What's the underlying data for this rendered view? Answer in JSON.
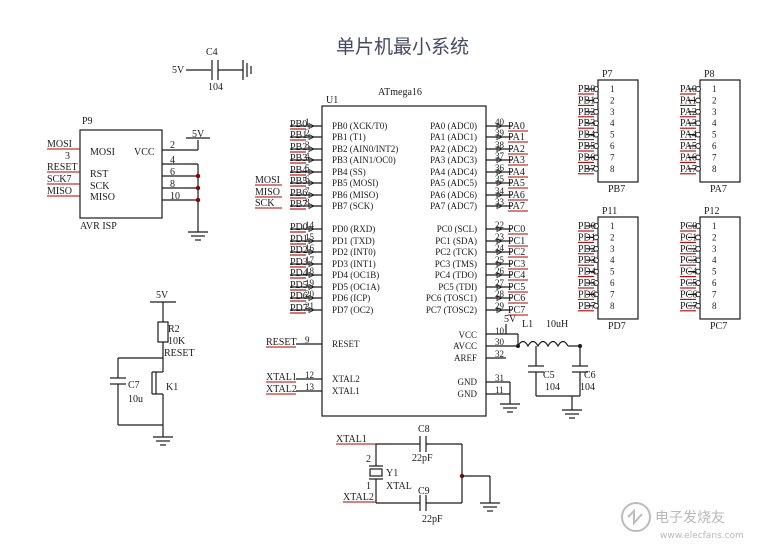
{
  "title": "单片机最小系统",
  "chip": {
    "ref": "U1",
    "part": "ATmega16",
    "left_pins": [
      {
        "num": "1",
        "name": "PB0 (XCK/T0)",
        "net": "PB0"
      },
      {
        "num": "2",
        "name": "PB1 (T1)",
        "net": "PB1"
      },
      {
        "num": "3",
        "name": "PB2 (AIN0/INT2)",
        "net": "PB2"
      },
      {
        "num": "4",
        "name": "PB3 (AIN1/OC0)",
        "net": "PB3"
      },
      {
        "num": "5",
        "name": "PB4 (SS)",
        "net": "PB4"
      },
      {
        "num": "6",
        "name": "PB5 (MOSI)",
        "net": "PB5"
      },
      {
        "num": "7",
        "name": "PB6 (MISO)",
        "net": "PB6"
      },
      {
        "num": "8",
        "name": "PB7 (SCK)",
        "net": "PB7"
      },
      {
        "num": "14",
        "name": "PD0 (RXD)",
        "net": "PD0"
      },
      {
        "num": "15",
        "name": "PD1 (TXD)",
        "net": "PD1"
      },
      {
        "num": "16",
        "name": "PD2 (INT0)",
        "net": "PD2"
      },
      {
        "num": "17",
        "name": "PD3 (INT1)",
        "net": "PD3"
      },
      {
        "num": "18",
        "name": "PD4 (OC1B)",
        "net": "PD4"
      },
      {
        "num": "19",
        "name": "PD5 (OC1A)",
        "net": "PD5"
      },
      {
        "num": "20",
        "name": "PD6 (ICP)",
        "net": "PD6"
      },
      {
        "num": "21",
        "name": "PD7 (OC2)",
        "net": "PD7"
      },
      {
        "num": "9",
        "name": "RESET",
        "net": "RESET"
      },
      {
        "num": "12",
        "name": "XTAL2",
        "net": "XTAL1"
      },
      {
        "num": "13",
        "name": "XTAL1",
        "net": "XTAL2"
      }
    ],
    "right_pins": [
      {
        "num": "40",
        "name": "PA0 (ADC0)",
        "net": "PA0"
      },
      {
        "num": "39",
        "name": "PA1 (ADC1)",
        "net": "PA1"
      },
      {
        "num": "38",
        "name": "PA2 (ADC2)",
        "net": "PA2"
      },
      {
        "num": "37",
        "name": "PA3 (ADC3)",
        "net": "PA3"
      },
      {
        "num": "36",
        "name": "PA4 (ADC4)",
        "net": "PA4"
      },
      {
        "num": "35",
        "name": "PA5 (ADC5)",
        "net": "PA5"
      },
      {
        "num": "34",
        "name": "PA6 (ADC6)",
        "net": "PA6"
      },
      {
        "num": "33",
        "name": "PA7 (ADC7)",
        "net": "PA7"
      },
      {
        "num": "22",
        "name": "PC0 (SCL)",
        "net": "PC0"
      },
      {
        "num": "23",
        "name": "PC1 (SDA)",
        "net": "PC1"
      },
      {
        "num": "24",
        "name": "PC2 (TCK)",
        "net": "PC2"
      },
      {
        "num": "25",
        "name": "PC3 (TMS)",
        "net": "PC3"
      },
      {
        "num": "26",
        "name": "PC4 (TDO)",
        "net": "PC4"
      },
      {
        "num": "27",
        "name": "PC5 (TDI)",
        "net": "PC5"
      },
      {
        "num": "28",
        "name": "PC6 (TOSC1)",
        "net": "PC6"
      },
      {
        "num": "29",
        "name": "PC7 (TOSC2)",
        "net": "PC7"
      },
      {
        "num": "10",
        "name": "VCC",
        "net": ""
      },
      {
        "num": "30",
        "name": "AVCC",
        "net": ""
      },
      {
        "num": "32",
        "name": "AREF",
        "net": ""
      },
      {
        "num": "31",
        "name": "GND",
        "net": ""
      },
      {
        "num": "11",
        "name": "GND",
        "net": ""
      }
    ],
    "left_nets_extra": [
      "MOSI",
      "MISO",
      "SCK"
    ]
  },
  "headers": [
    {
      "ref": "P7",
      "foot": "PB7",
      "nets": [
        "PB0",
        "PB1",
        "PB2",
        "PB3",
        "PB4",
        "PB5",
        "PB6",
        "PB7"
      ]
    },
    {
      "ref": "P8",
      "foot": "PA7",
      "nets": [
        "PA0",
        "PA1",
        "PA2",
        "PA3",
        "PA4",
        "PA5",
        "PA6",
        "PA7"
      ]
    },
    {
      "ref": "P11",
      "foot": "PD7",
      "nets": [
        "PD0",
        "PD1",
        "PD2",
        "PD3",
        "PD4",
        "PD5",
        "PD6",
        "PD7"
      ]
    },
    {
      "ref": "P12",
      "foot": "PC7",
      "nets": [
        "PC0",
        "PC1",
        "PC2",
        "PC3",
        "PC4",
        "PC5",
        "PC6",
        "PC7"
      ]
    }
  ],
  "header_pin_numbers": [
    "1",
    "2",
    "3",
    "4",
    "5",
    "6",
    "7",
    "8"
  ],
  "isp": {
    "ref": "P9",
    "foot": "AVR ISP",
    "left_labels": [
      "MOSI",
      "RST",
      "SCK",
      "MISO"
    ],
    "right_labels": [
      "VCC"
    ],
    "left_nets": [
      "MOSI",
      "RESET",
      "SCK7",
      "MISO"
    ],
    "left_pin_nums": [
      "3"
    ],
    "right_pin_nums": [
      "2",
      "4",
      "6",
      "8",
      "10"
    ],
    "vcc": "5V"
  },
  "c4": {
    "ref": "C4",
    "value": "104",
    "net": "5V"
  },
  "reset": {
    "vcc": "5V",
    "r_ref": "R2",
    "r_value": "10K",
    "net": "RESET",
    "c_ref": "C7",
    "c_value": "10u",
    "sw_ref": "K1"
  },
  "power": {
    "net": "5V",
    "l_ref": "L1",
    "l_value": "10uH",
    "c5_ref": "C5",
    "c5_value": "104",
    "c6_ref": "C6",
    "c6_value": "104"
  },
  "crystal": {
    "net1": "XTAL1",
    "net2": "XTAL2",
    "y_ref": "Y1",
    "y_value": "XTAL",
    "c8_ref": "C8",
    "c8_value": "22pF",
    "c9_ref": "C9",
    "c9_value": "22pF",
    "pin1": "1",
    "pin2": "2"
  },
  "watermark": {
    "main": "电子发烧友",
    "sub": "www.elecfans.com"
  }
}
